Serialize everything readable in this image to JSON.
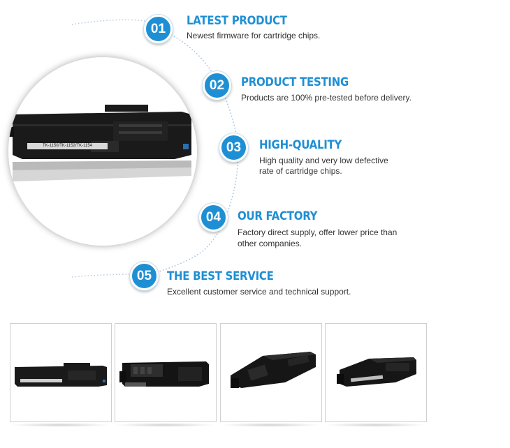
{
  "features": [
    {
      "number": "01",
      "title": "LATEST PRODUCT",
      "desc": [
        "Newest firmware for cartridge chips."
      ]
    },
    {
      "number": "02",
      "title": "PRODUCT TESTING",
      "desc": [
        "Products are 100% pre-tested before delivery."
      ]
    },
    {
      "number": "03",
      "title": "HIGH-QUALITY",
      "desc": [
        "High quality and very low defective",
        "rate of cartridge chips."
      ]
    },
    {
      "number": "04",
      "title": "OUR FACTORY",
      "desc": [
        "Factory direct supply, offer lower price than",
        "other companies."
      ]
    },
    {
      "number": "05",
      "title": "THE BEST SERVICE",
      "desc": [
        "Excellent customer service and technical support."
      ]
    }
  ],
  "hero": {
    "label": "TK-1150/TK-1152/TK-1154"
  },
  "colors": {
    "accent": "#1f8fd4",
    "text": "#333333",
    "toner": "#1a1a1a"
  },
  "thumbnails": [
    {
      "icon": "toner-cartridge-front-icon"
    },
    {
      "icon": "toner-cartridge-back-icon"
    },
    {
      "icon": "toner-cartridge-angle-icon"
    },
    {
      "icon": "toner-cartridge-side-icon"
    }
  ]
}
